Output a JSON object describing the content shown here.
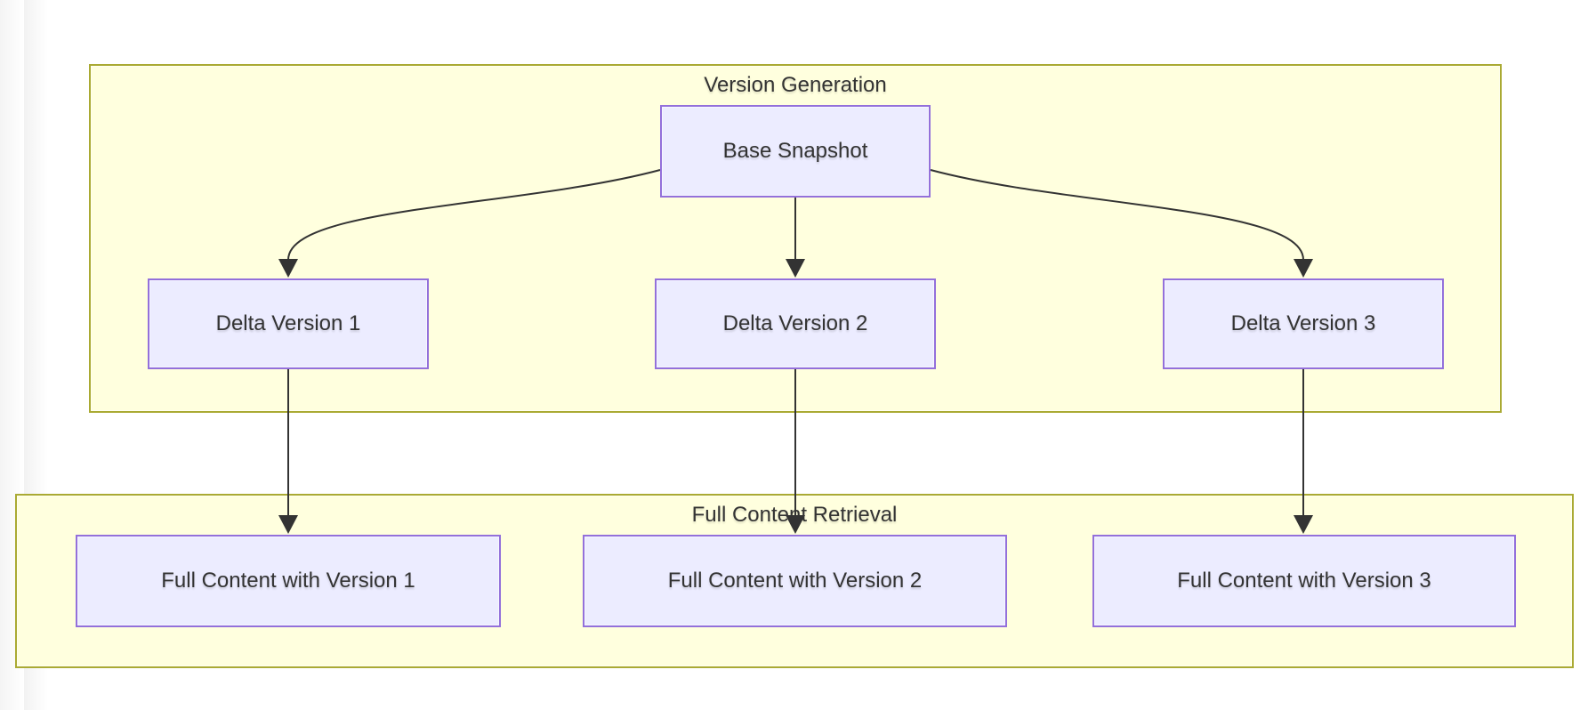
{
  "diagram": {
    "type": "flowchart",
    "direction": "top-down",
    "subgraphs": [
      {
        "id": "version-generation",
        "title": "Version Generation",
        "nodes": [
          "base",
          "delta1",
          "delta2",
          "delta3"
        ]
      },
      {
        "id": "full-content-retrieval",
        "title": "Full Content Retrieval",
        "nodes": [
          "full1",
          "full2",
          "full3"
        ]
      }
    ],
    "nodes": [
      {
        "id": "base",
        "label": "Base Snapshot"
      },
      {
        "id": "delta1",
        "label": "Delta Version 1"
      },
      {
        "id": "delta2",
        "label": "Delta Version 2"
      },
      {
        "id": "delta3",
        "label": "Delta Version 3"
      },
      {
        "id": "full1",
        "label": "Full Content with Version 1"
      },
      {
        "id": "full2",
        "label": "Full Content with Version 2"
      },
      {
        "id": "full3",
        "label": "Full Content with Version 3"
      }
    ],
    "edges": [
      {
        "from": "base",
        "to": "delta1",
        "arrow": true
      },
      {
        "from": "base",
        "to": "delta2",
        "arrow": true
      },
      {
        "from": "base",
        "to": "delta3",
        "arrow": true
      },
      {
        "from": "delta1",
        "to": "full1",
        "arrow": true
      },
      {
        "from": "delta2",
        "to": "full2",
        "arrow": true
      },
      {
        "from": "delta3",
        "to": "full3",
        "arrow": true
      }
    ],
    "colors": {
      "node_fill": "#ECECFF",
      "node_border": "#9370DB",
      "subgraph_fill": "#FFFFDE",
      "subgraph_border": "#AAAA33",
      "edge": "#333333",
      "text": "#333333"
    }
  }
}
